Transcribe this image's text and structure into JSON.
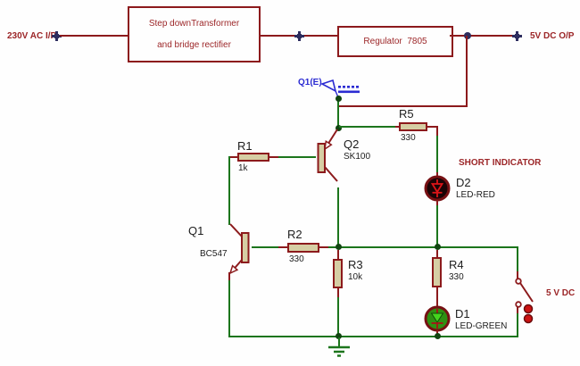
{
  "schematic": {
    "input_terminal_label": "230V AC I/P",
    "output_terminal_label": "5V DC O/P",
    "transformer_block": {
      "line1": "Step downTransformer",
      "line2": "and bridge rectifier"
    },
    "regulator_block": {
      "label": "Regulator  7805"
    },
    "probe_label": "Q1(E)",
    "short_indicator_label": "SHORT INDICATOR",
    "supply_label": "5 V DC",
    "components": {
      "r1": {
        "ref": "R1",
        "value": "1k"
      },
      "r2": {
        "ref": "R2",
        "value": "330"
      },
      "r3": {
        "ref": "R3",
        "value": "10k"
      },
      "r4": {
        "ref": "R4",
        "value": "330"
      },
      "r5": {
        "ref": "R5",
        "value": "330"
      },
      "q1": {
        "ref": "Q1",
        "value": "BC547"
      },
      "q2": {
        "ref": "Q2",
        "value": "SK100"
      },
      "d1": {
        "ref": "D1",
        "value": "LED-GREEN"
      },
      "d2": {
        "ref": "D2",
        "value": "LED-RED"
      }
    },
    "colors": {
      "wire_red": "#8c1a1c",
      "wire_green": "#1c751c",
      "component_fill": "#d6cea4",
      "junction_navy": "#2d2d5e",
      "junction_green": "#114511",
      "probe_blue": "#2b2bd2",
      "label_red": "#9c2628",
      "led_red_symbol": "#dd1518",
      "led_red_fill": "#1b0406",
      "led_green_fill": "#2f9013",
      "led_green_symbol": "#45d41e",
      "text_black": "#1d1d1d"
    }
  }
}
